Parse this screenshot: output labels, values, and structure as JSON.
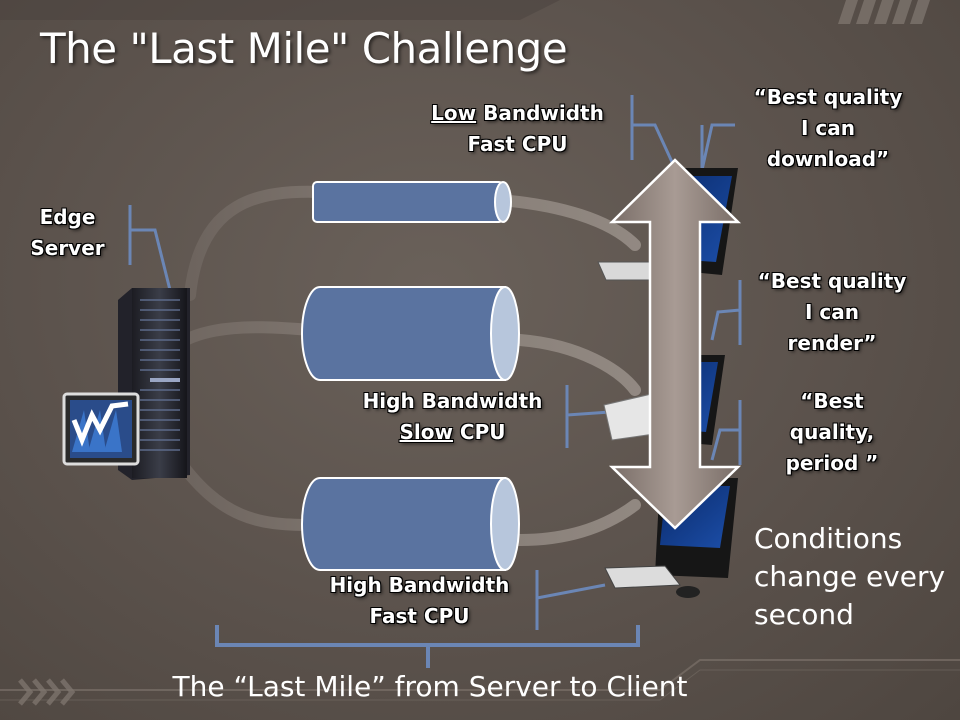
{
  "title": "The \"Last Mile\" Challenge",
  "edge_server": {
    "line1": "Edge",
    "line2": "Server"
  },
  "pipes": {
    "top": {
      "line1_under": "Low",
      "line1_rest": " Bandwidth",
      "line2": "Fast CPU"
    },
    "middle": {
      "line1": "High Bandwidth",
      "line2_under": "Slow",
      "line2_rest": " CPU"
    },
    "bottom": {
      "line1": "High Bandwidth",
      "line2": "Fast CPU"
    }
  },
  "quotes": {
    "q1": [
      "“Best quality",
      "I can",
      "download”"
    ],
    "q2": [
      "“Best quality",
      "I can",
      "render”"
    ],
    "q3": [
      "“Best",
      "quality,",
      "period ”"
    ]
  },
  "conditions": [
    "Conditions",
    "change every",
    "second"
  ],
  "footer": "The “Last Mile” from Server to Client",
  "colors": {
    "background": "#5b524c",
    "pipe_fill": "#5a73a0",
    "pipe_end": "#b7c6dc",
    "callout_line": "#6b86b5",
    "arrow": "#8b7d76"
  }
}
